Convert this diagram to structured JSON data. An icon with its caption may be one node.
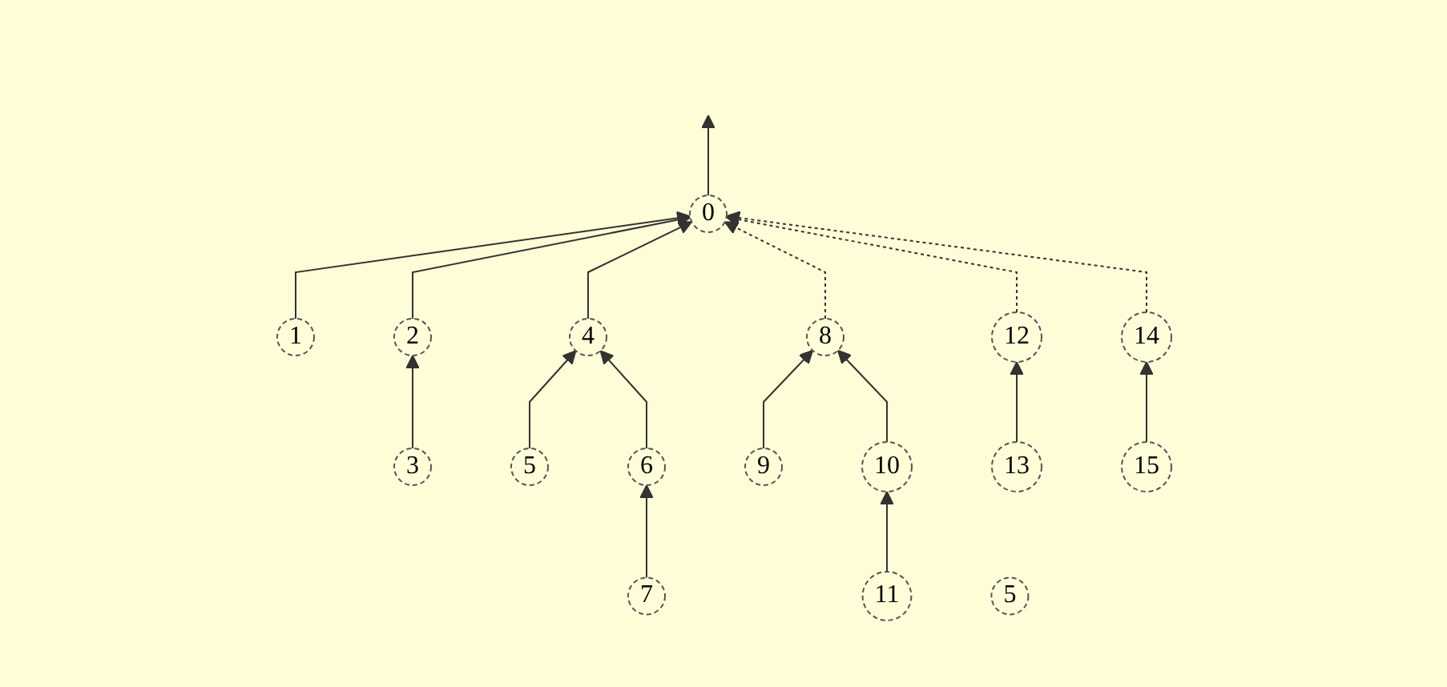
{
  "diagram": {
    "nodes": [
      {
        "text": [
          "0"
        ]
      },
      {
        "text": [
          "1"
        ]
      },
      {
        "text": [
          "2"
        ]
      },
      {
        "text": [
          "3"
        ]
      },
      {
        "text": [
          "4"
        ]
      },
      {
        "text": [
          "5"
        ]
      },
      {
        "text": [
          "6"
        ]
      },
      {
        "text": [
          "7"
        ]
      },
      {
        "text": [
          "8"
        ]
      },
      {
        "text": [
          "9"
        ]
      },
      {
        "text": [
          "10"
        ]
      },
      {
        "text": [
          "11"
        ]
      },
      {
        "text": [
          "12"
        ]
      },
      {
        "text": [
          "13"
        ]
      },
      {
        "text": [
          "14"
        ]
      },
      {
        "text": [
          "15"
        ]
      },
      {
        "text": [
          "5"
        ]
      }
    ],
    "edges": [
      {
        "from": 0,
        "to": null,
        "arrow": "to"
      },
      {
        "from": 1,
        "to": 0,
        "arrow": "to"
      },
      {
        "from": 2,
        "to": 0,
        "arrow": "to"
      },
      {
        "from": 4,
        "to": 0,
        "arrow": "to"
      },
      {
        "from": 8,
        "to": 0,
        "arrow": "to",
        "style": "dashed"
      },
      {
        "from": 12,
        "to": 0,
        "arrow": "to",
        "style": "dashed"
      },
      {
        "from": 14,
        "to": 0,
        "arrow": "to",
        "style": "dashed"
      },
      {
        "from": 3,
        "to": 2,
        "arrow": "to"
      },
      {
        "from": 5,
        "to": 4,
        "arrow": "to"
      },
      {
        "from": 6,
        "to": 4,
        "arrow": "to"
      },
      {
        "from": 7,
        "to": 6,
        "arrow": "to"
      },
      {
        "from": 9,
        "to": 8,
        "arrow": "to"
      },
      {
        "from": 10,
        "to": 8,
        "arrow": "to"
      },
      {
        "from": 11,
        "to": 10,
        "arrow": "to"
      },
      {
        "from": 13,
        "to": 12,
        "arrow": "to"
      },
      {
        "from": 15,
        "to": 14,
        "arrow": "to"
      }
    ]
  }
}
